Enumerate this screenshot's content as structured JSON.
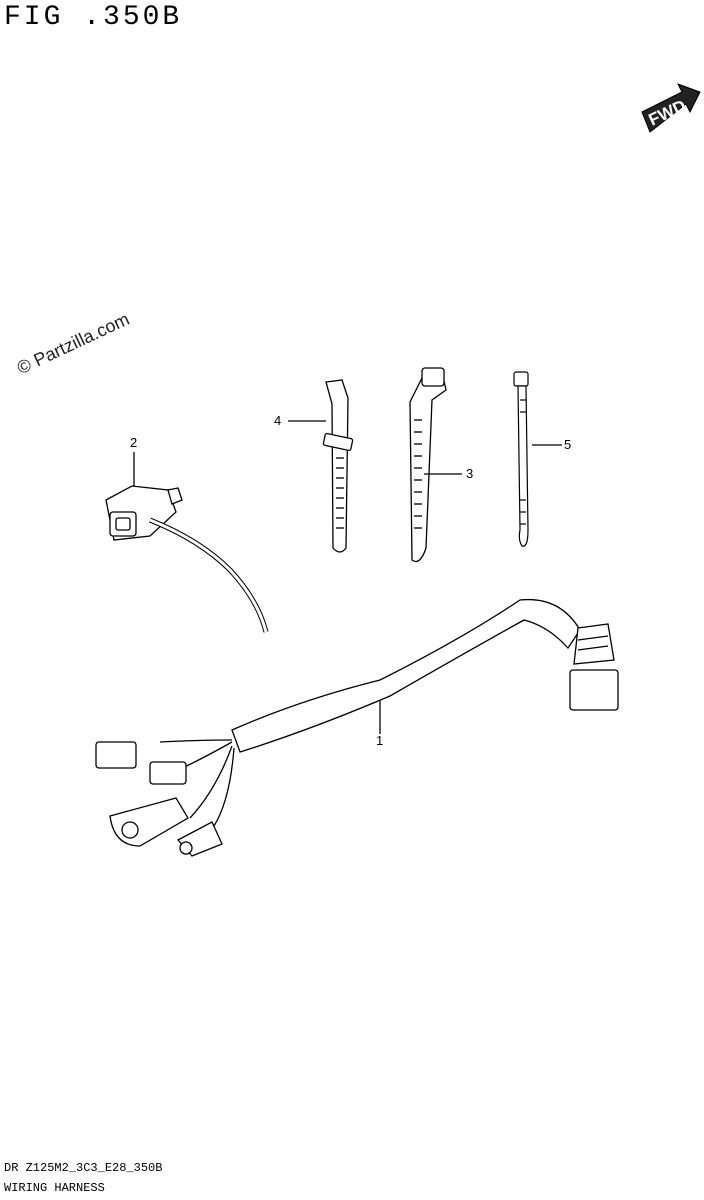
{
  "figure": {
    "title": "FIG .350B",
    "model_code": "DR Z125M2_3C3_E28_350B",
    "caption": "WIRING HARNESS"
  },
  "watermark": "© Partzilla.com",
  "fwd_badge": "FWD",
  "parts": [
    {
      "label": "1",
      "name": "wiring harness"
    },
    {
      "label": "2",
      "name": "connector with lead"
    },
    {
      "label": "3",
      "name": "clamp band"
    },
    {
      "label": "4",
      "name": "clamp band"
    },
    {
      "label": "5",
      "name": "cable tie"
    }
  ]
}
